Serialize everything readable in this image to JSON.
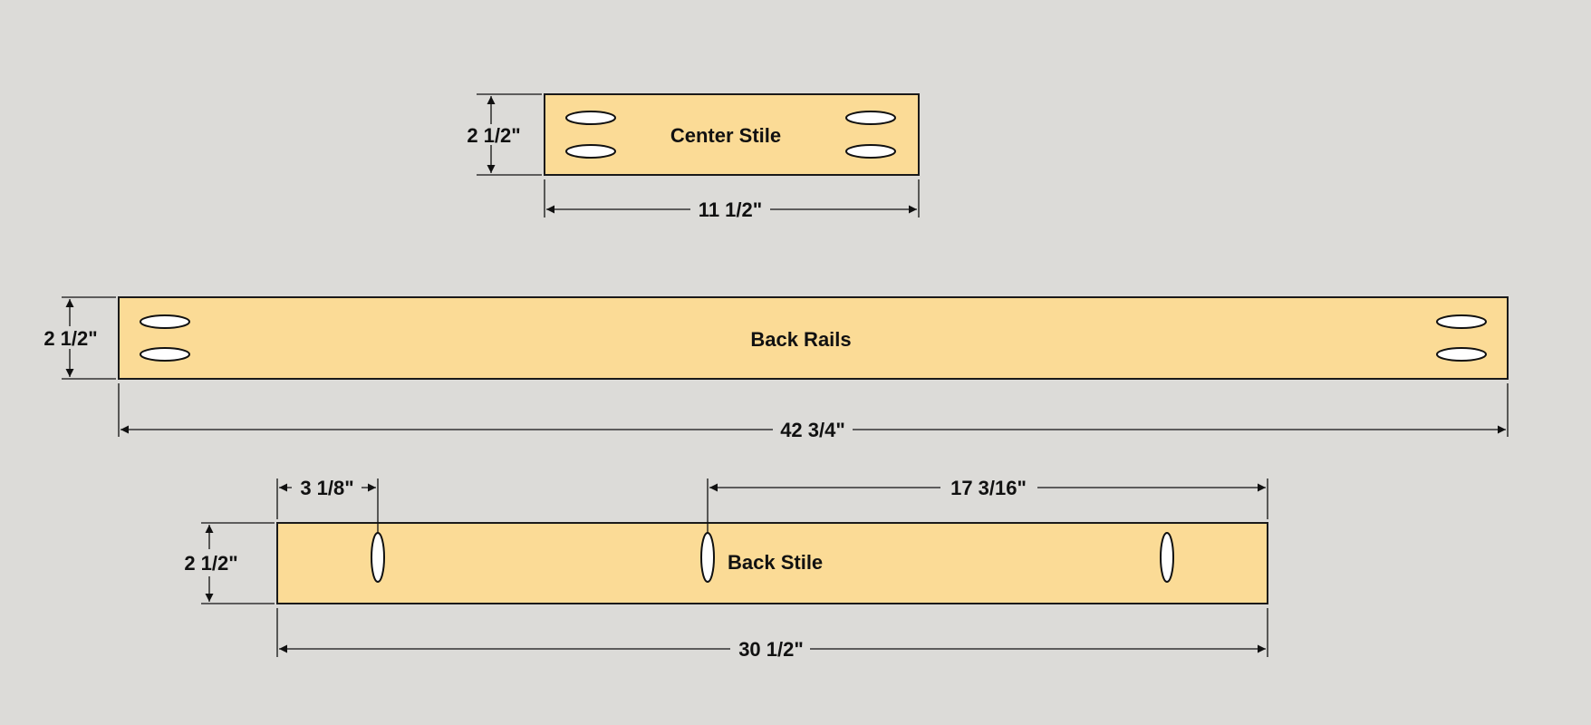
{
  "background_color": "#dcdbd8",
  "board_color": "#fbdb96",
  "parts": {
    "center_stile": {
      "name": "Center Stile",
      "width": "2 1/2\"",
      "length": "11 1/2\""
    },
    "back_rails": {
      "name": "Back Rails",
      "width": "2 1/2\"",
      "length": "42 3/4\""
    },
    "back_stile": {
      "name": "Back Stile",
      "width": "2 1/2\"",
      "length": "30 1/2\"",
      "hole_offset": "3 1/8\"",
      "hole_spacing": "17 3/16\""
    }
  }
}
